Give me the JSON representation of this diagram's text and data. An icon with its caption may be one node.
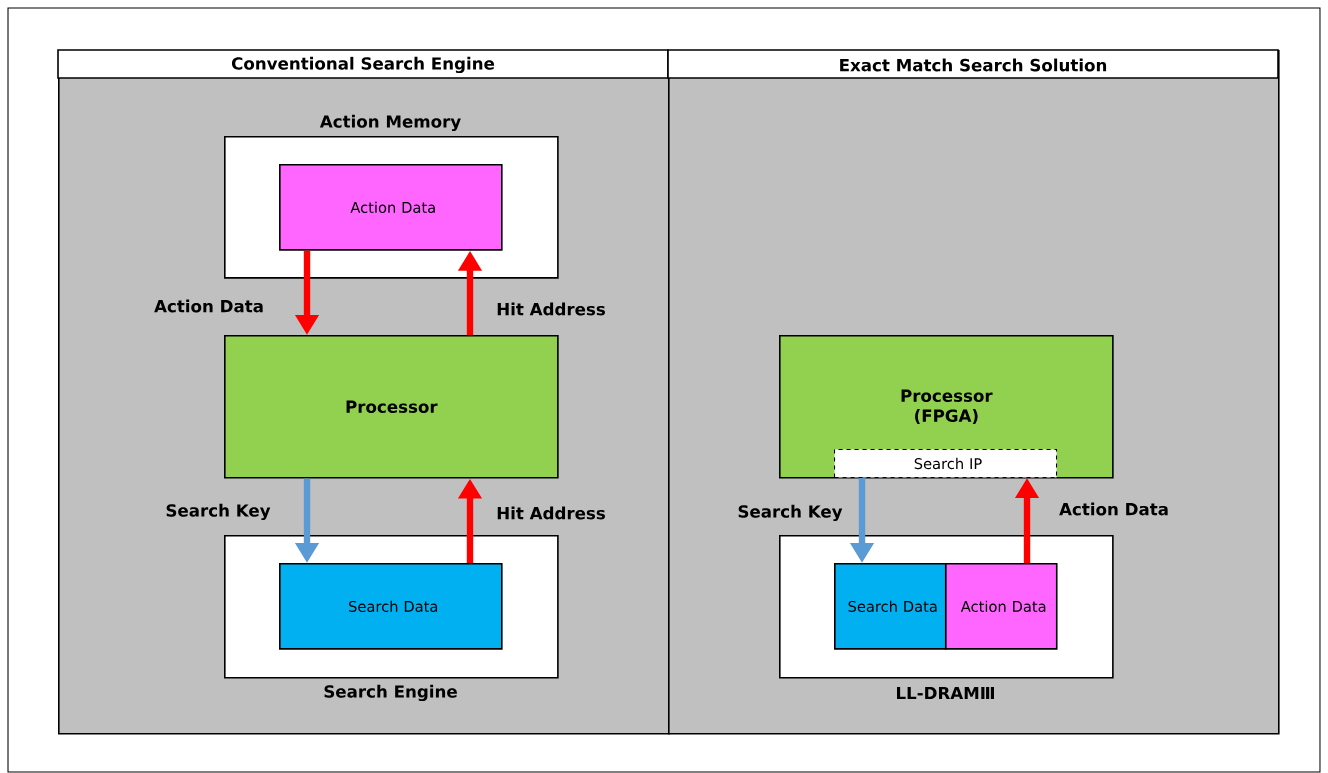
{
  "diagram": {
    "nodes": [
      {
        "text": [
          "Conventional Search Engine"
        ]
      },
      {
        "text": [
          "Exact Match Search Solution"
        ]
      },
      {
        "text": [
          "Action Memory"
        ],
        "in": 0
      },
      {
        "text": [
          "Action Data"
        ],
        "in": 2
      },
      {
        "text": [
          "Processor"
        ],
        "in": 0
      },
      {
        "text": [
          "Search Engine"
        ],
        "in": 0
      },
      {
        "text": [
          "Search Data"
        ],
        "in": 5
      },
      {
        "text": [
          "Processor (FPGA)"
        ],
        "in": 1
      },
      {
        "text": [
          "Search IP"
        ],
        "in": 7
      },
      {
        "text": [
          "LL-DRAMⅢ"
        ],
        "in": 1
      },
      {
        "text": [
          "Search Data"
        ],
        "in": 9
      },
      {
        "text": [
          "Action Data"
        ],
        "in": 9
      }
    ],
    "edges": [
      {
        "from": 3,
        "to": 4,
        "arrow": "to",
        "label": "Action Data"
      },
      {
        "from": 4,
        "to": 3,
        "arrow": "to",
        "label": "Hit Address"
      },
      {
        "from": 4,
        "to": 6,
        "arrow": "to",
        "label": "Search Key",
        "color": "#5b9bd5"
      },
      {
        "from": 6,
        "to": 4,
        "arrow": "to",
        "label": "Hit Address"
      },
      {
        "from": 8,
        "to": 10,
        "arrow": "to",
        "label": "Search Key",
        "color": "#5b9bd5"
      },
      {
        "from": 11,
        "to": 8,
        "arrow": "to",
        "label": "Action Data"
      }
    ]
  }
}
